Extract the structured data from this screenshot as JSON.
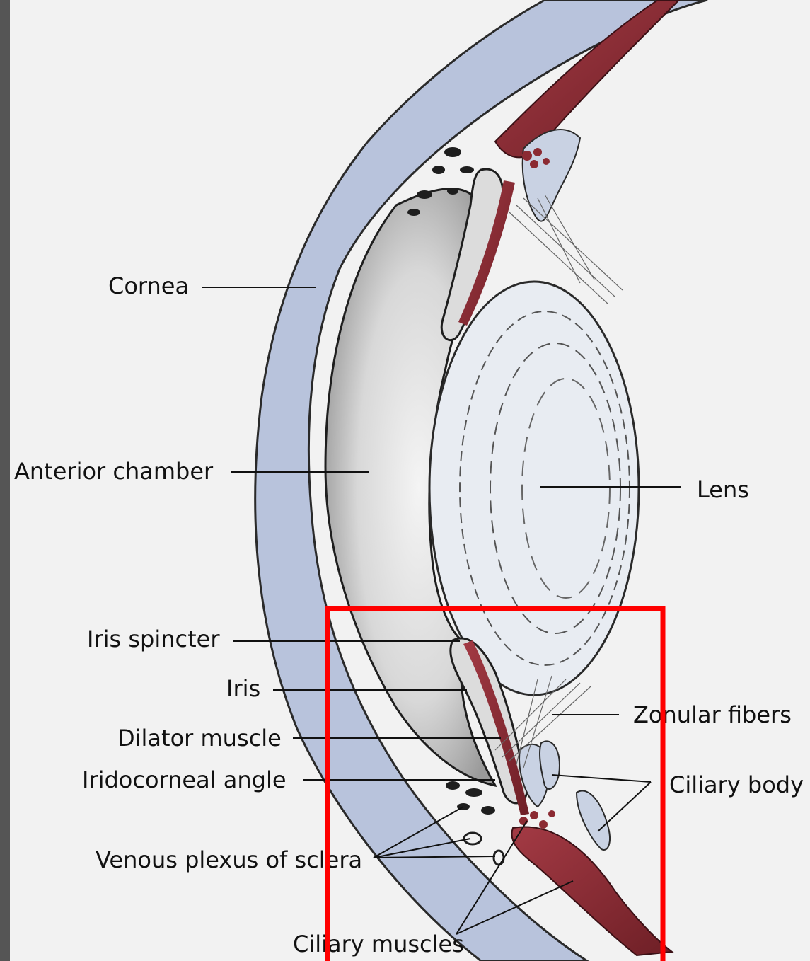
{
  "labels": {
    "cornea": "Cornea",
    "anterior_chamber": "Anterior chamber",
    "lens": "Lens",
    "iris_sphincter": "Iris spincter",
    "iris": "Iris",
    "zonular_fibers": "Zonular fibers",
    "dilator_muscle": "Dilator muscle",
    "iridocorneal_angle": "Iridocorneal angle",
    "ciliary_body": "Ciliary body",
    "venous_plexus": "Venous plexus of sclera",
    "ciliary_muscles": "Ciliary muscles"
  },
  "colors": {
    "background": "#f2f2f2",
    "sclera_cornea": "#b8c3dc",
    "muscle": "#8b2a32",
    "highlight_box": "#ff0000",
    "sidebar": "#555555"
  }
}
